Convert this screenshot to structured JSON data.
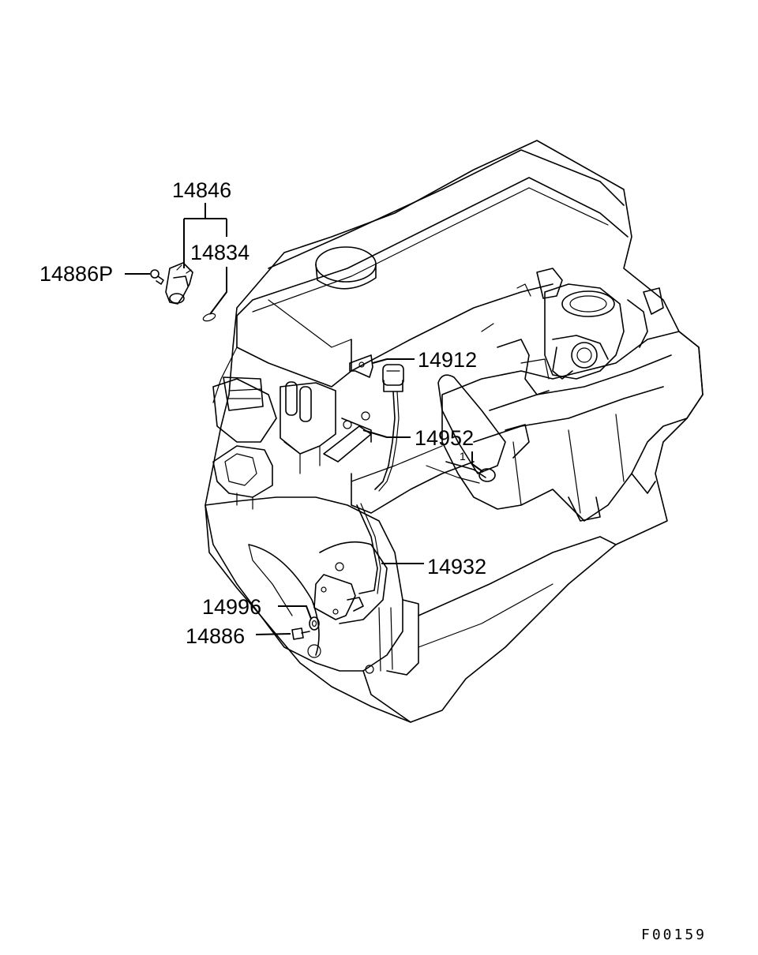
{
  "callouts": {
    "p14846": "14846",
    "p14834": "14834",
    "p14886P": "14886P",
    "p14912": "14912",
    "p14952": "14952",
    "p14932": "14932",
    "p14996": "14996",
    "p14886": "14886",
    "p1": "1"
  },
  "figure_code": "F00159",
  "colors": {
    "line": "#000000",
    "background": "#ffffff"
  }
}
